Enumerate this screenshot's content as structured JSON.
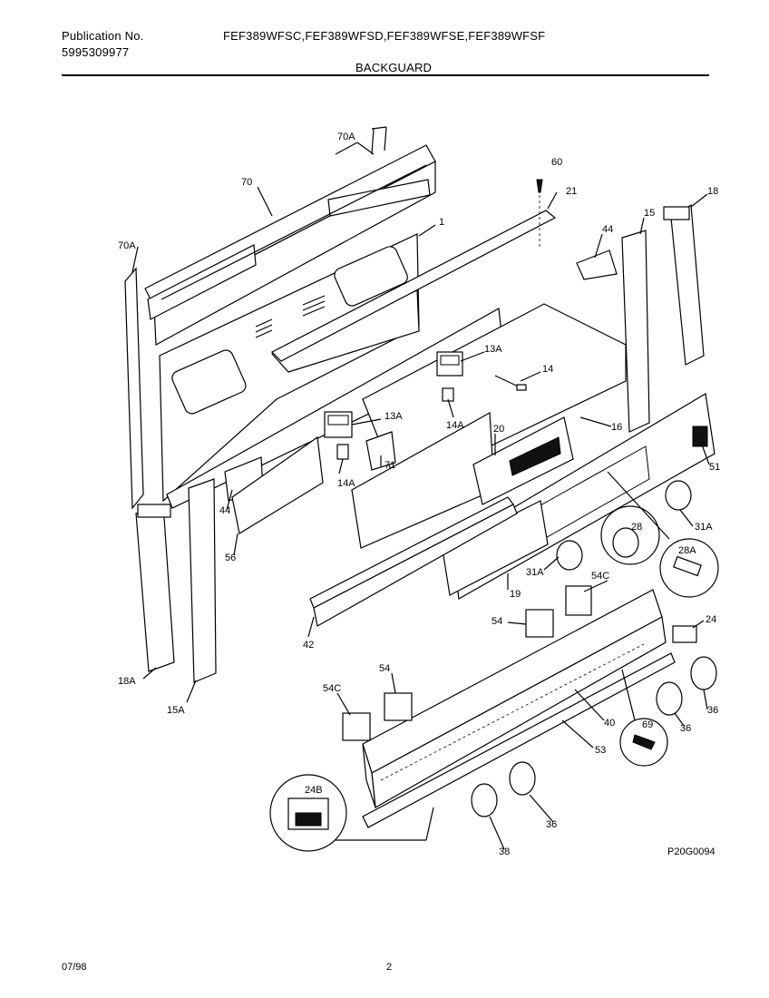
{
  "header": {
    "publication_label": "Publication No.",
    "publication_number": "5995309977",
    "models": "FEF389WFSC,FEF389WFSD,FEF389WFSE,FEF389WFSF",
    "section_title": "BACKGUARD"
  },
  "diagram": {
    "drawing_code": "P20G0094",
    "callouts": [
      "70A",
      "70",
      "60",
      "21",
      "18",
      "70A",
      "1",
      "44",
      "15",
      "13A",
      "14",
      "13A",
      "14A",
      "20",
      "16",
      "71",
      "14A",
      "51",
      "44",
      "31A",
      "28",
      "28A",
      "56",
      "31A",
      "54C",
      "19",
      "42",
      "54",
      "24",
      "18A",
      "15A",
      "54",
      "54C",
      "40",
      "36",
      "36",
      "69",
      "53",
      "24B",
      "36",
      "38"
    ]
  },
  "footer": {
    "date": "07/98",
    "page": "2"
  }
}
